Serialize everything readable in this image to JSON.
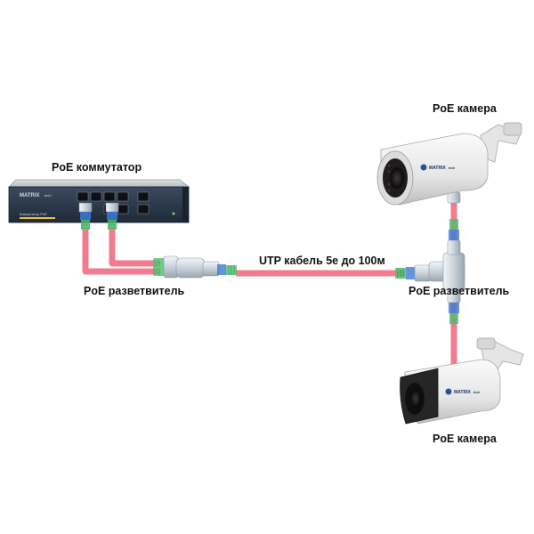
{
  "labels": {
    "switch": "PoE коммутатор",
    "splitter_left": "PoE разветвитель",
    "cable": "UTP кабель 5e до 100м",
    "splitter_right": "PoE разветвитель",
    "camera_top": "PoE камера",
    "camera_bottom": "PoE камера"
  },
  "switch": {
    "brand": "MATRIX",
    "brand_suffix": "tech",
    "front_text": "Коммутатор PoE",
    "port_count_poe": 4,
    "port_count_uplink": 2
  },
  "cameras": {
    "brand": "MATRIX",
    "brand_suffix": "tech"
  },
  "colors": {
    "cable": "#f07c8f",
    "switch_body": "#2b3a4d",
    "switch_top": "#c9cdd3",
    "connector_clear": "#cfd8e0",
    "boot_blue": "#3b7bd6",
    "boot_green": "#4bbf6b",
    "camera_body": "#e9e9e9",
    "camera_front": "#2a2a2a"
  }
}
